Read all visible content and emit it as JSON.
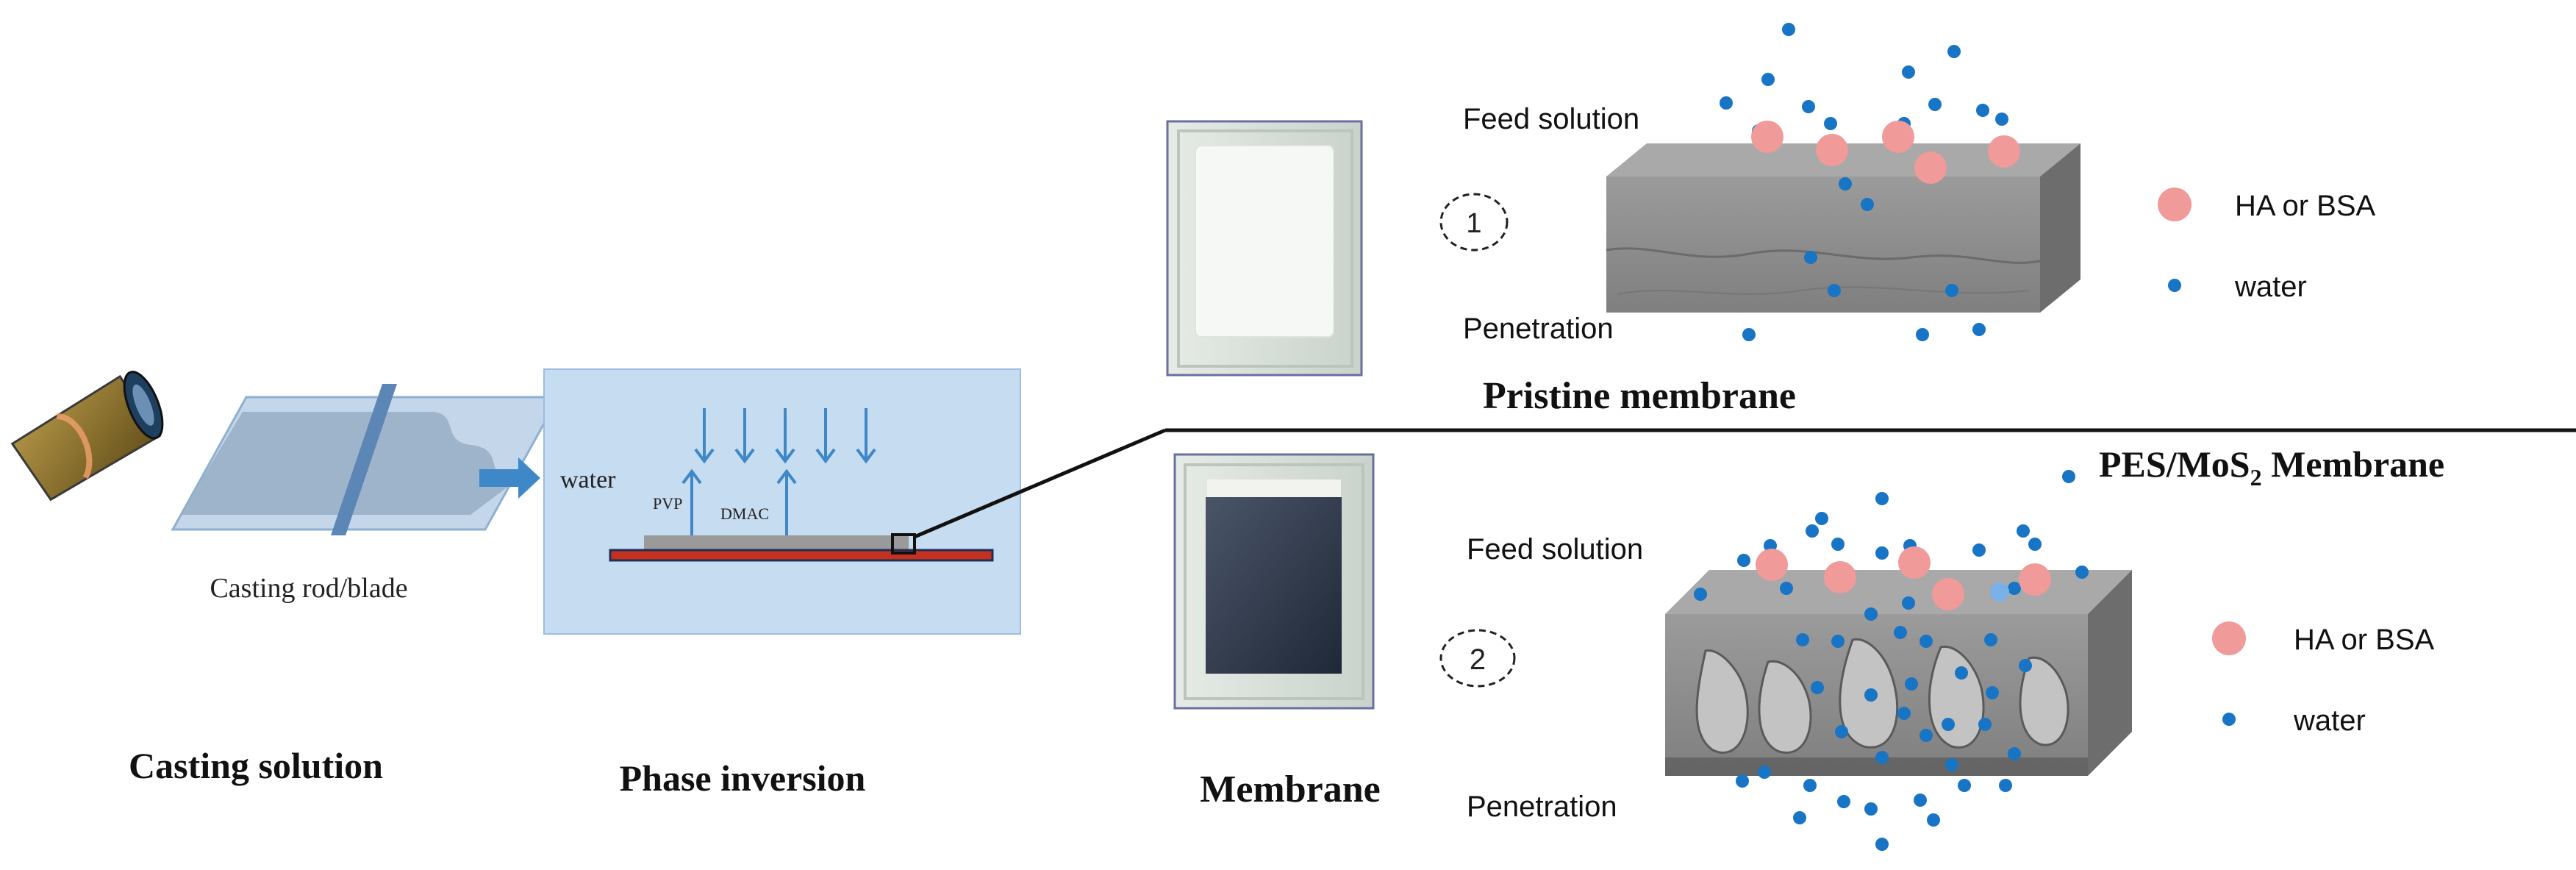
{
  "casting": {
    "rod_label": "Casting rod/blade",
    "heading": "Casting solution"
  },
  "phase": {
    "water_label": "water",
    "pvp_label": "PVP",
    "dmac_label": "DMAC",
    "heading": "Phase inversion"
  },
  "membrane": {
    "heading": "Membrane"
  },
  "pristine": {
    "heading": "Pristine membrane",
    "number": "1",
    "feed_label": "Feed solution",
    "penetration_label": "Penetration",
    "legend_foulant": "HA or BSA",
    "legend_water": "water"
  },
  "composite": {
    "heading_prefix": "PES/MoS",
    "heading_subscript": "2",
    "heading_suffix": " Membrane",
    "number": "2",
    "feed_label": "Feed solution",
    "penetration_label": "Penetration",
    "legend_foulant": "HA or BSA",
    "legend_water": "water"
  },
  "colors": {
    "water_dot": "#1874c4",
    "foulant": "#f09a9a",
    "phase_box": "#c6dcf0",
    "arrow": "#3f88c8",
    "block_top": "#a9a9a9",
    "block_front": "#8d8d8d",
    "block_side": "#6d6d6d"
  }
}
